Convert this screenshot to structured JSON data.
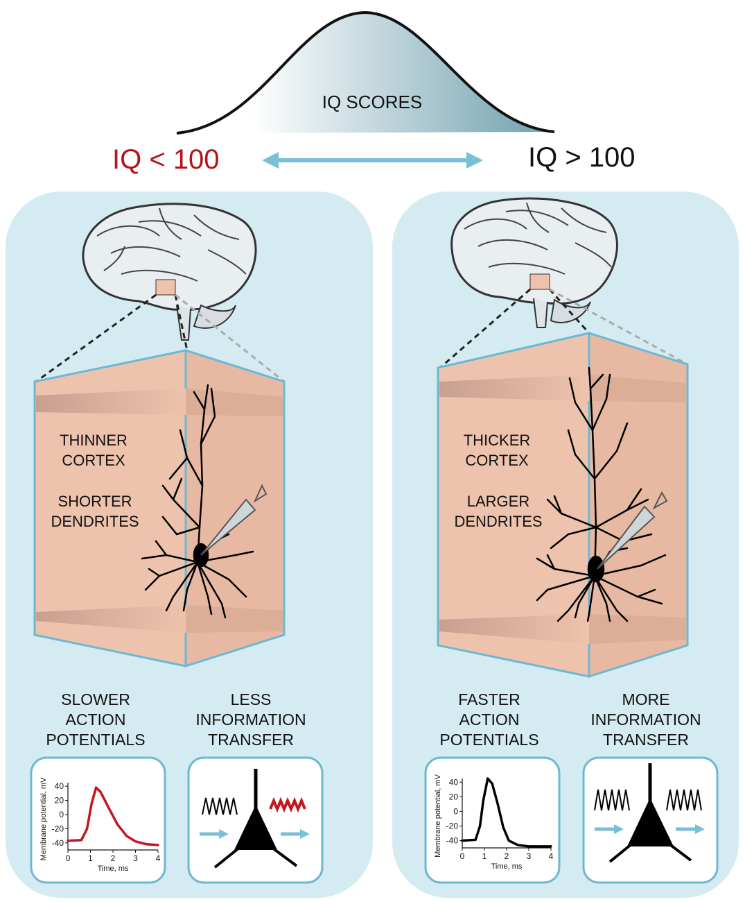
{
  "bell_curve": {
    "label": "IQ SCORES"
  },
  "iq_low": {
    "label": "IQ < 100",
    "color": "#b5121b"
  },
  "iq_high": {
    "label": "IQ > 100",
    "color": "#111111"
  },
  "colors": {
    "panel_bg": "#d4ebf2",
    "arrow": "#79c0d6",
    "cortex": "#eec3ad",
    "box_border": "#6cb8d2",
    "trace_low": "#c4161c",
    "trace_high": "#000000"
  },
  "left_panel": {
    "cortex_text": [
      "THINNER",
      "CORTEX"
    ],
    "dendrite_text": [
      "SHORTER",
      "DENDRITES"
    ],
    "ap_text": [
      "SLOWER",
      "ACTION",
      "POTENTIALS"
    ],
    "info_text": [
      "LESS",
      "INFORMATION",
      "TRANSFER"
    ]
  },
  "right_panel": {
    "cortex_text": [
      "THICKER",
      "CORTEX"
    ],
    "dendrite_text": [
      "LARGER",
      "DENDRITES"
    ],
    "ap_text": [
      "FASTER",
      "ACTION",
      "POTENTIALS"
    ],
    "info_text": [
      "MORE",
      "INFORMATION",
      "TRANSFER"
    ]
  },
  "chart_data": [
    {
      "type": "line",
      "title": "",
      "xlabel": "Time, ms",
      "ylabel": "Membrane potential, mV",
      "xlim": [
        0,
        4
      ],
      "ylim": [
        -50,
        45
      ],
      "x_ticks": [
        "0",
        "1",
        "2",
        "3",
        "4"
      ],
      "y_ticks": [
        "40",
        "20",
        "0",
        "-20",
        "-40"
      ],
      "series": [
        {
          "color": "#c4161c",
          "points": [
            [
              0,
              -37
            ],
            [
              0.6,
              -36
            ],
            [
              0.85,
              -20
            ],
            [
              1.05,
              15
            ],
            [
              1.25,
              38
            ],
            [
              1.45,
              32
            ],
            [
              1.8,
              10
            ],
            [
              2.2,
              -14
            ],
            [
              2.6,
              -30
            ],
            [
              3.0,
              -38
            ],
            [
              3.5,
              -42
            ],
            [
              4.0,
              -43
            ]
          ]
        }
      ]
    },
    {
      "type": "line",
      "title": "",
      "xlabel": "Time, ms",
      "ylabel": "Membrane potential, mV",
      "xlim": [
        0,
        4
      ],
      "ylim": [
        -50,
        45
      ],
      "x_ticks": [
        "0",
        "1",
        "2",
        "3",
        "4"
      ],
      "y_ticks": [
        "40",
        "20",
        "0",
        "-20",
        "-40"
      ],
      "series": [
        {
          "color": "#000000",
          "points": [
            [
              0,
              -40
            ],
            [
              0.6,
              -39
            ],
            [
              0.8,
              -20
            ],
            [
              0.95,
              15
            ],
            [
              1.15,
              45
            ],
            [
              1.35,
              38
            ],
            [
              1.6,
              10
            ],
            [
              1.85,
              -22
            ],
            [
              2.1,
              -40
            ],
            [
              2.5,
              -46
            ],
            [
              3.0,
              -48
            ],
            [
              4.0,
              -48
            ]
          ]
        }
      ]
    }
  ]
}
